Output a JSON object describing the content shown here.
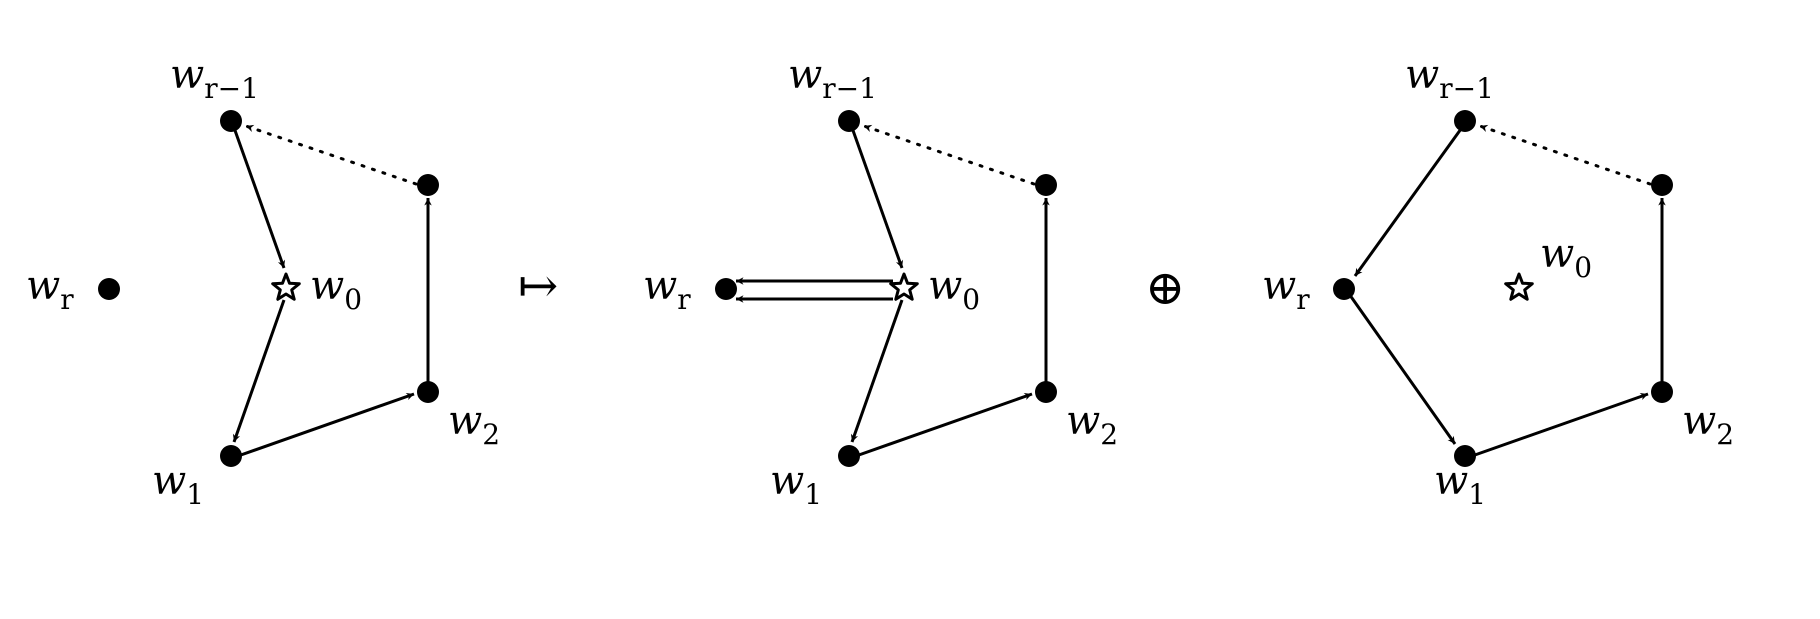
{
  "labels": {
    "w_r": "w",
    "w_r_sub": "r",
    "w_r1": "w",
    "w_r1_sub": "r−1",
    "w_0": "w",
    "w_0_sub": "0",
    "w_1": "w",
    "w_1_sub": "1",
    "w_2": "w",
    "w_2_sub": "2"
  },
  "operators": {
    "mapsto": "↦",
    "oplus": "⊕"
  }
}
